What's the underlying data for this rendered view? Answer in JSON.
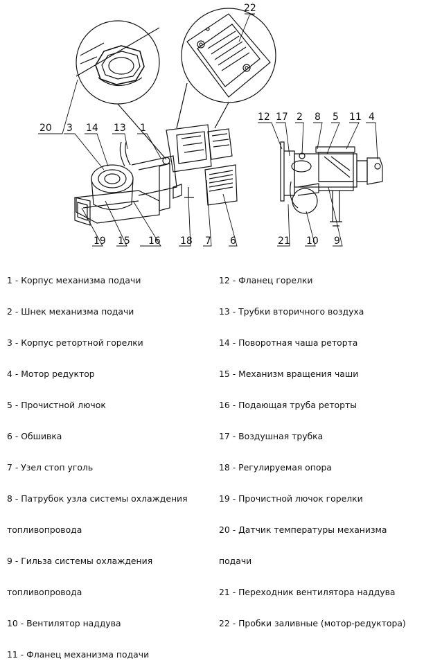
{
  "callouts": {
    "n22": "22",
    "n20": "20",
    "n3": "3",
    "n14": "14",
    "n13": "13",
    "n1": "1",
    "n19": "19",
    "n15": "15",
    "n16": "16",
    "n18": "18",
    "n7": "7",
    "n6": "6",
    "n12": "12",
    "n17": "17",
    "n2": "2",
    "n8": "8",
    "n5": "5",
    "n11": "11",
    "n4": "4",
    "n21": "21",
    "n10": "10",
    "n9": "9"
  },
  "legend_left": [
    "1 - Корпус механизма подачи",
    "2 - Шнек механизма подачи",
    "3 - Корпус ретортной горелки",
    "4 - Мотор редуктор",
    "5 - Прочистной лючок",
    "6 - Обшивка",
    "7 - Узел стоп уголь",
    "8 - Патрубок узла системы охлаждения",
    "топливопровода",
    "9 - Гильза системы охлаждения",
    "топливопровода",
    "10 - Вентилятор наддува",
    "11 - Фланец механизма подачи"
  ],
  "legend_right": [
    "12 - Фланец горелки",
    "13 - Трубки вторичного воздуха",
    "14 - Поворотная чаша ретортa",
    "15 - Механизм вращения чаши",
    "16 - Подающая труба реторты",
    "17 - Воздушная трубка",
    "18 - Регулируемая опора",
    "19 - Прочистной лючок горелки",
    "20 - Датчик температуры механизма",
    "подачи",
    "21 - Переходник вентилятора наддува",
    "22 - Пробки заливные (мотор-редуктора)"
  ]
}
